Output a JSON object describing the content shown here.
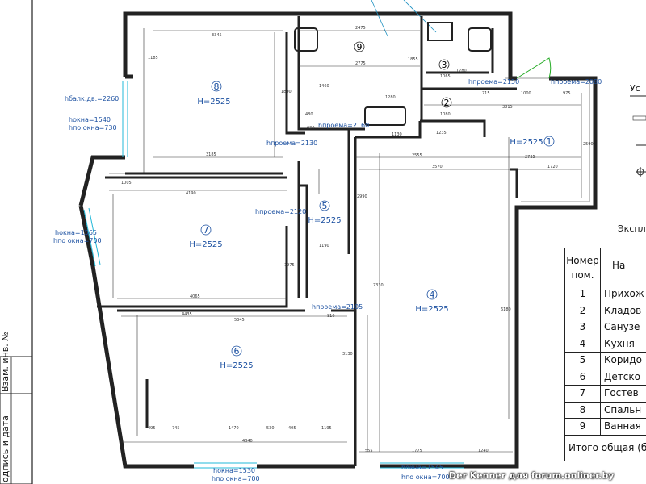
{
  "title": "Ус",
  "legend_caption": "Экспл",
  "stamp": {
    "field1": "Взам. инв. №",
    "field2": "одпись и дата"
  },
  "watermark": "Der Kenner для forum.onliner.by",
  "rooms": [
    {
      "num": "1",
      "height": "H=2525"
    },
    {
      "num": "2",
      "height": ""
    },
    {
      "num": "3",
      "height": ""
    },
    {
      "num": "4",
      "height": "H=2525"
    },
    {
      "num": "5",
      "height": "H=2525"
    },
    {
      "num": "6",
      "height": "H=2525"
    },
    {
      "num": "7",
      "height": "H=2525"
    },
    {
      "num": "8",
      "height": "H=2525"
    },
    {
      "num": "9",
      "height": ""
    }
  ],
  "openings": [
    "hбалк.дв.=2260",
    "hокна=1540",
    "hпо окна=730",
    "hпроема=2130",
    "hпроема=2160",
    "hпроема=2150",
    "hпроема=2080",
    "hпроема=2120",
    "hокна=1565",
    "hпо окна=700",
    "hпроема=2105",
    "hокна=1530",
    "hпо окна=700",
    "hокна=1545",
    "hпо окна=700"
  ],
  "dimensions": [
    "3345",
    "2475",
    "2775",
    "1855",
    "1780",
    "1065",
    "1080",
    "3815",
    "1000",
    "975",
    "715",
    "1280",
    "1235",
    "2555",
    "3570",
    "2735",
    "1720",
    "2590",
    "3185",
    "4190",
    "1005",
    "4065",
    "4435",
    "5345",
    "910",
    "1190",
    "1975",
    "7330",
    "6180",
    "1130",
    "1775",
    "1240",
    "555",
    "4840",
    "1470",
    "745",
    "495",
    "530",
    "405",
    "1195",
    "3130",
    "2990",
    "1800",
    "1460",
    "620",
    "480",
    "1185"
  ],
  "table": {
    "header_num": "Номер пом.",
    "header_name": "На",
    "rows": [
      {
        "num": "1",
        "name": "Прихож"
      },
      {
        "num": "2",
        "name": "Кладов"
      },
      {
        "num": "3",
        "name": "Санузе"
      },
      {
        "num": "4",
        "name": "Кухня-"
      },
      {
        "num": "5",
        "name": "Коридо"
      },
      {
        "num": "6",
        "name": "Детско"
      },
      {
        "num": "7",
        "name": "Гостев"
      },
      {
        "num": "8",
        "name": "Спальн"
      },
      {
        "num": "9",
        "name": "Ванная"
      }
    ],
    "total": "Итого общая (б"
  },
  "colors": {
    "wall": "#222222",
    "label": "#1a4fa0",
    "window": "#21b8d8",
    "door_arc": "#22aa22"
  }
}
